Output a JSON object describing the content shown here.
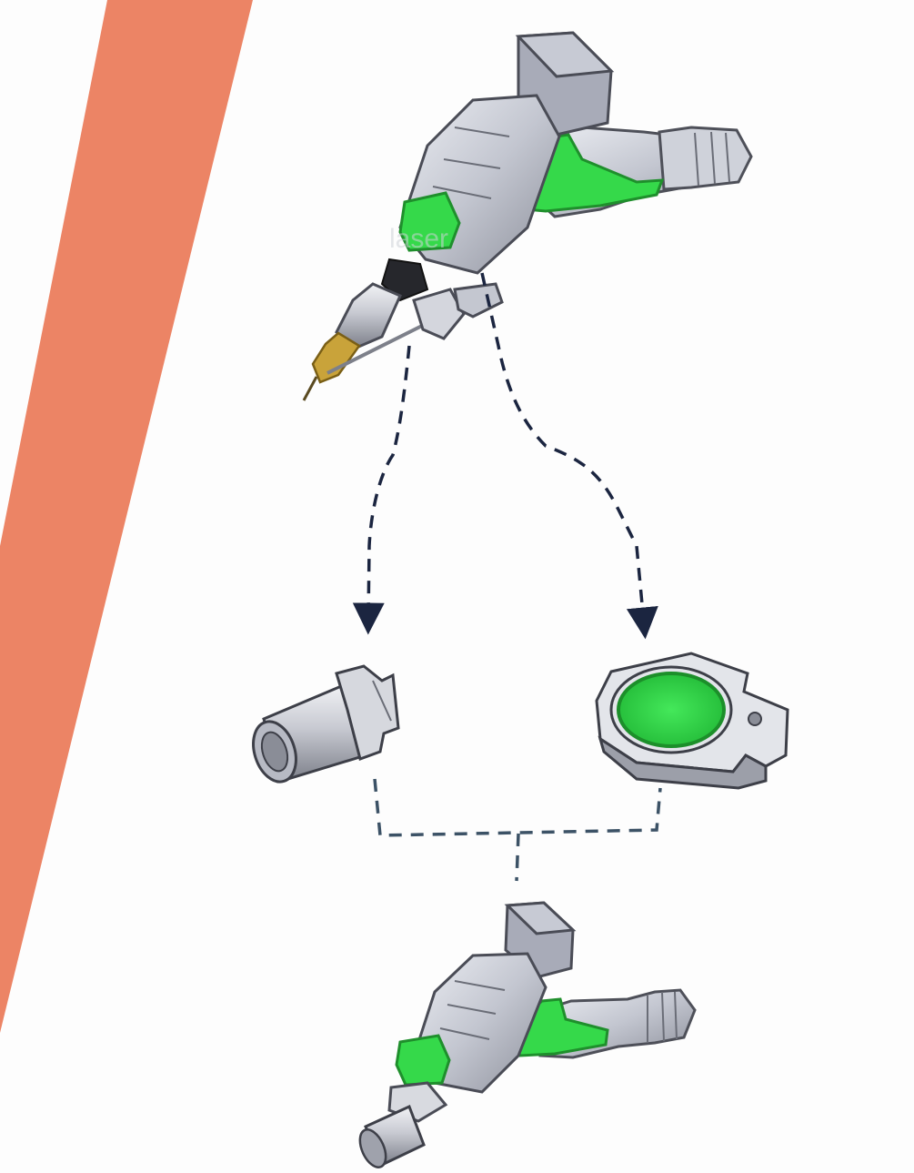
{
  "watermark": "laser",
  "colors": {
    "accent_stripe": "#ec8465",
    "metal_light": "#d9dbe2",
    "metal_mid": "#b9bcc7",
    "metal_dark": "#5e6069",
    "green_part": "#35d94a",
    "green_dark": "#1f8f2c",
    "brass_nozzle": "#c9a33a",
    "arrow_dark": "#1b2540",
    "connector_line": "#3c5266"
  },
  "components": [
    {
      "id": "laser-welding-head",
      "icon": "laser-welding-gun-icon"
    },
    {
      "id": "cleaning-nozzle",
      "icon": "cleaning-nozzle-icon"
    },
    {
      "id": "protective-lens",
      "icon": "protective-lens-icon"
    },
    {
      "id": "cleaning-head-assembly",
      "icon": "laser-cleaning-gun-icon"
    }
  ]
}
